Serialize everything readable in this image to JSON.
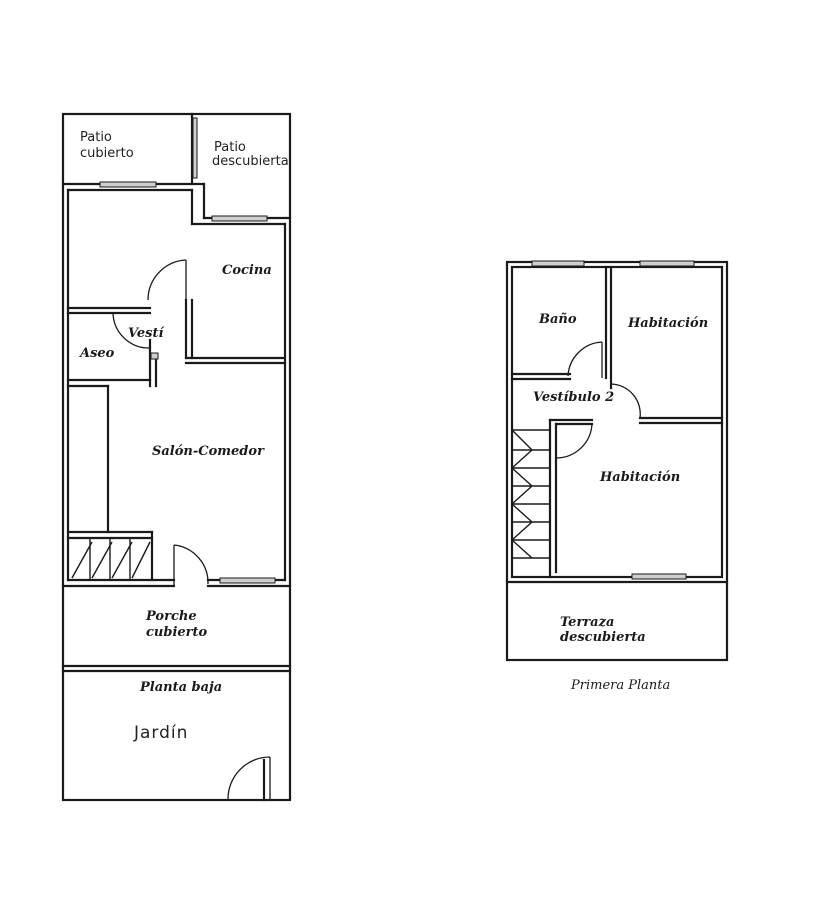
{
  "ground_floor": {
    "caption": "Planta baja",
    "rooms": {
      "patio_cubierto": [
        "Patio",
        "cubierto"
      ],
      "patio_descubierto": [
        "Patio",
        "descubierta"
      ],
      "cocina": "Cocina",
      "vestibulo": "Vestí",
      "aseo": "Aseo",
      "salon": "Salón-Comedor",
      "porche": [
        "Porche",
        "cubierto"
      ],
      "jardin": "Jardín"
    }
  },
  "first_floor": {
    "caption": "Primera Planta",
    "rooms": {
      "bano": "Baño",
      "habitacion_1": "Habitación",
      "vestibulo_2": "Vestíbulo 2",
      "habitacion_2": "Habitación",
      "terraza": [
        "Terraza",
        "descubierta"
      ]
    }
  }
}
